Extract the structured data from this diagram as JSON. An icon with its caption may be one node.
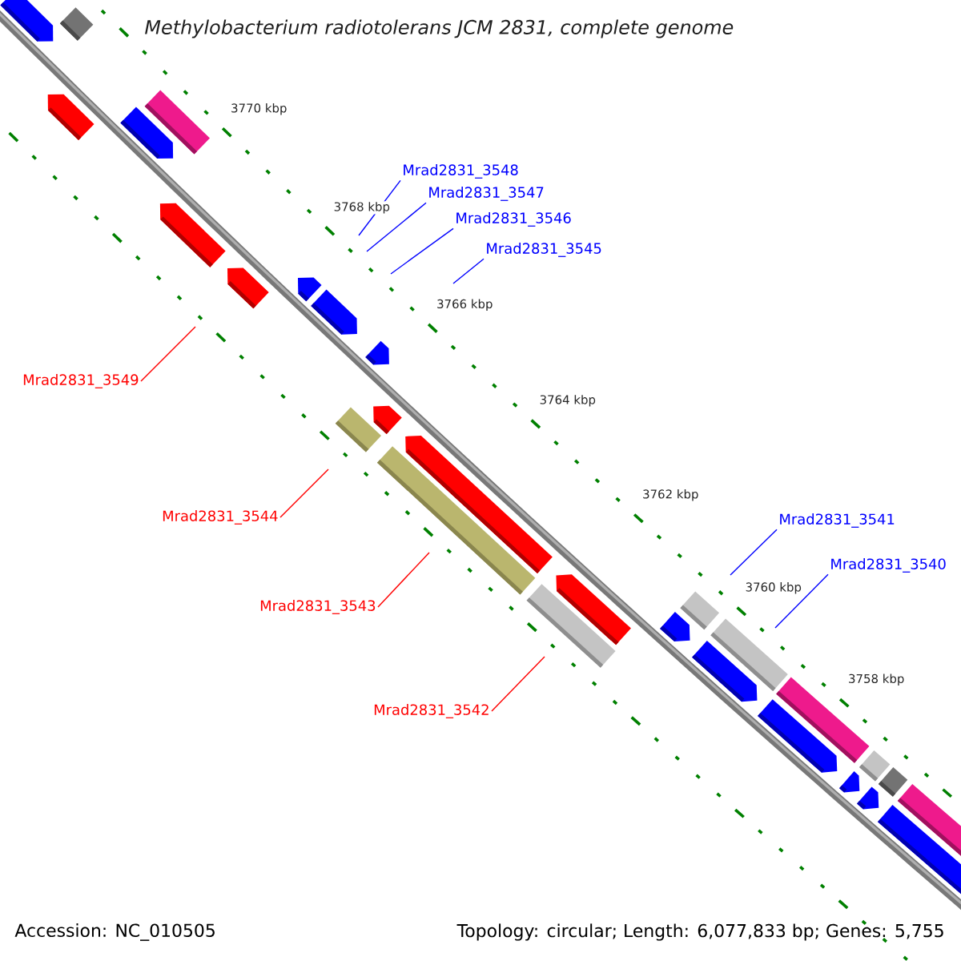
{
  "diagram": {
    "title": "Methylobacterium radiotolerans JCM 2831, complete genome",
    "nodes": [
      {
        "text": [
          "Mrad2831_3548"
        ]
      },
      {
        "text": [
          "Mrad2831_3547"
        ]
      },
      {
        "text": [
          "Mrad2831_3546"
        ]
      },
      {
        "text": [
          "Mrad2831_3545"
        ]
      },
      {
        "text": [
          "Mrad2831_3549"
        ]
      },
      {
        "text": [
          "Mrad2831_3544"
        ]
      },
      {
        "text": [
          "Mrad2831_3541"
        ]
      },
      {
        "text": [
          "Mrad2831_3540"
        ]
      },
      {
        "text": [
          "Mrad2831_3543"
        ]
      },
      {
        "text": [
          "Mrad2831_3542"
        ]
      }
    ],
    "edges": [
      {
        "from": 0,
        "to": null,
        "arrow": "none"
      },
      {
        "from": 1,
        "to": null,
        "arrow": "none"
      },
      {
        "from": 2,
        "to": null,
        "arrow": "none"
      },
      {
        "from": 3,
        "to": null,
        "arrow": "none"
      },
      {
        "from": 4,
        "to": null,
        "arrow": "none",
        "color": "#ff0000"
      },
      {
        "from": 5,
        "to": null,
        "arrow": "none",
        "color": "#ff0000"
      },
      {
        "from": 6,
        "to": null,
        "arrow": "none"
      },
      {
        "from": 7,
        "to": null,
        "arrow": "none"
      },
      {
        "from": 8,
        "to": null,
        "arrow": "none",
        "color": "#ff0000"
      },
      {
        "from": 9,
        "to": null,
        "arrow": "none",
        "color": "#ff0000"
      }
    ],
    "labels": [
      "3770 kbp",
      "3768 kbp",
      "3766 kbp",
      "3764 kbp",
      "3762 kbp",
      "3760 kbp",
      "3758 kbp",
      "Accession: NC_010505",
      "Topology: circular; Length: 6,077,833 bp; Genes: 5,755"
    ]
  }
}
